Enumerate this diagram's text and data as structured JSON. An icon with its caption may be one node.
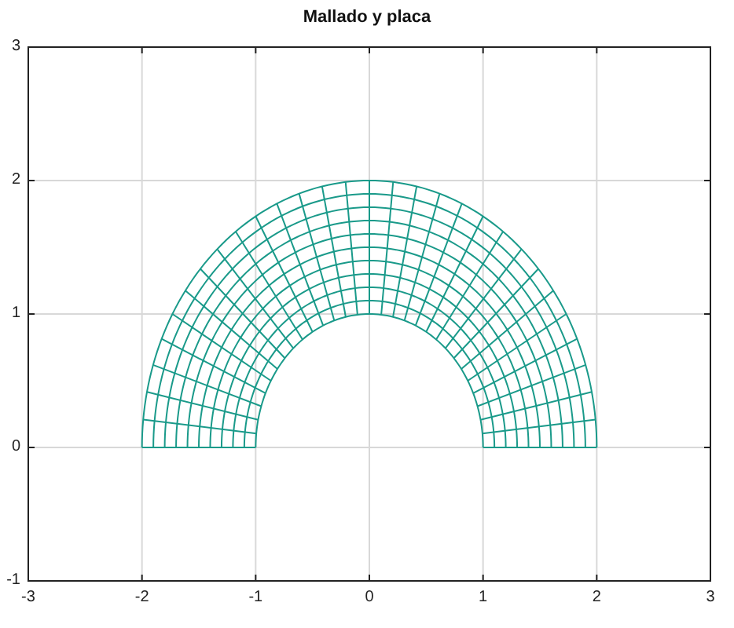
{
  "diagram": {
    "title": "Mallado y placa",
    "labels": [
      "3",
      "2",
      "1",
      "0",
      "-1",
      "-3",
      "-2",
      "-1",
      "0",
      "1",
      "2",
      "3"
    ]
  }
}
